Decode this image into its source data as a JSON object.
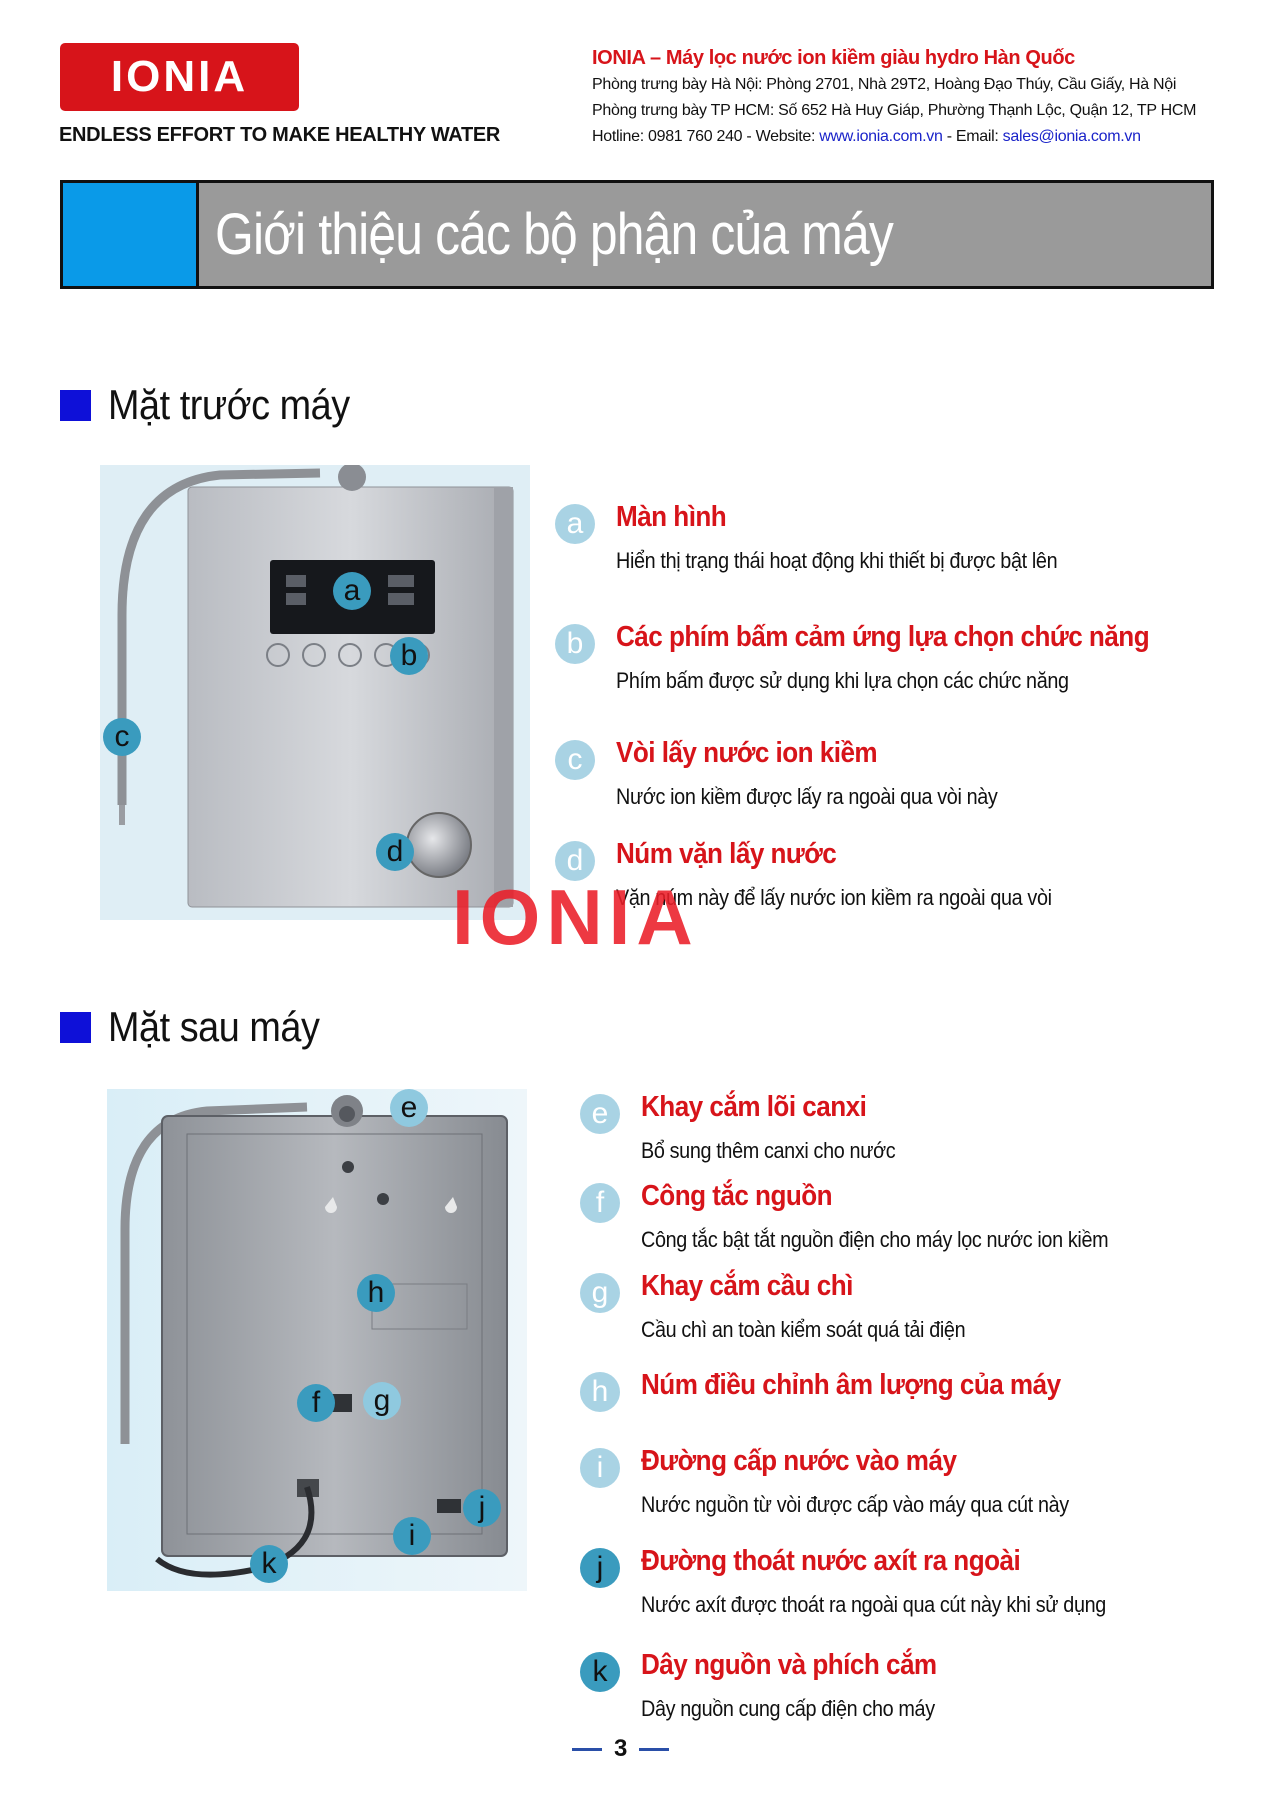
{
  "header": {
    "logo_text": "IONIA",
    "tagline": "ENDLESS EFFORT TO MAKE HEALTHY WATER",
    "company_title": "IONIA – Máy lọc nước ion kiềm giàu hydro Hàn Quốc",
    "showroom_hanoi": "Phòng trưng bày Hà Nội: Phòng 2701, Nhà 29T2, Hoàng Đạo Thúy, Cầu Giấy, Hà Nội",
    "showroom_hcm": "Phòng trưng bày TP HCM: Số 652 Hà Huy Giáp, Phường Thạnh Lộc, Quận 12, TP HCM",
    "hotline_label": "Hotline: 0981 760 240  -  Website: ",
    "website": "www.ionia.com.vn",
    "email_label": "  -  Email: ",
    "email": "sales@ionia.com.vn"
  },
  "banner": {
    "title": "Giới thiệu các bộ phận của máy"
  },
  "front": {
    "heading": "Mặt trước máy",
    "items": [
      {
        "letter": "a",
        "title": "Màn hình",
        "desc": "Hiển thị trạng thái hoạt động khi thiết bị được bật lên"
      },
      {
        "letter": "b",
        "title": "Các phím bấm cảm ứng lựa chọn chức năng",
        "desc": "Phím bấm được sử dụng khi lựa chọn các chức năng"
      },
      {
        "letter": "c",
        "title": "Vòi lấy nước ion kiềm",
        "desc": "Nước ion kiềm được lấy ra ngoài qua vòi này"
      },
      {
        "letter": "d",
        "title": "Núm vặn lấy nước",
        "desc": "Vặn núm này để lấy nước ion kiềm ra ngoài qua vòi"
      }
    ]
  },
  "back": {
    "heading": "Mặt sau máy",
    "items": [
      {
        "letter": "e",
        "title": "Khay cắm lõi canxi",
        "desc": "Bổ sung thêm canxi cho nước"
      },
      {
        "letter": "f",
        "title": "Công tắc nguồn",
        "desc": "Công tắc bật tắt nguồn điện cho máy lọc nước ion kiềm"
      },
      {
        "letter": "g",
        "title": "Khay cắm cầu chì",
        "desc": "Cầu chì an toàn kiểm soát quá tải điện"
      },
      {
        "letter": "h",
        "title": "Núm điều chỉnh âm lượng của máy",
        "desc": ""
      },
      {
        "letter": "i",
        "title": "Đường cấp nước vào máy",
        "desc": "Nước nguồn từ vòi được cấp vào máy qua cút này"
      },
      {
        "letter": "j",
        "title": "Đường thoát nước axít ra ngoài",
        "desc": "Nước axít được thoát ra ngoài qua cút này khi sử dụng"
      },
      {
        "letter": "k",
        "title": "Dây nguồn và phích cắm",
        "desc": "Dây nguồn cung cấp điện cho máy"
      }
    ]
  },
  "watermark": "IONIA",
  "page_number": "3"
}
